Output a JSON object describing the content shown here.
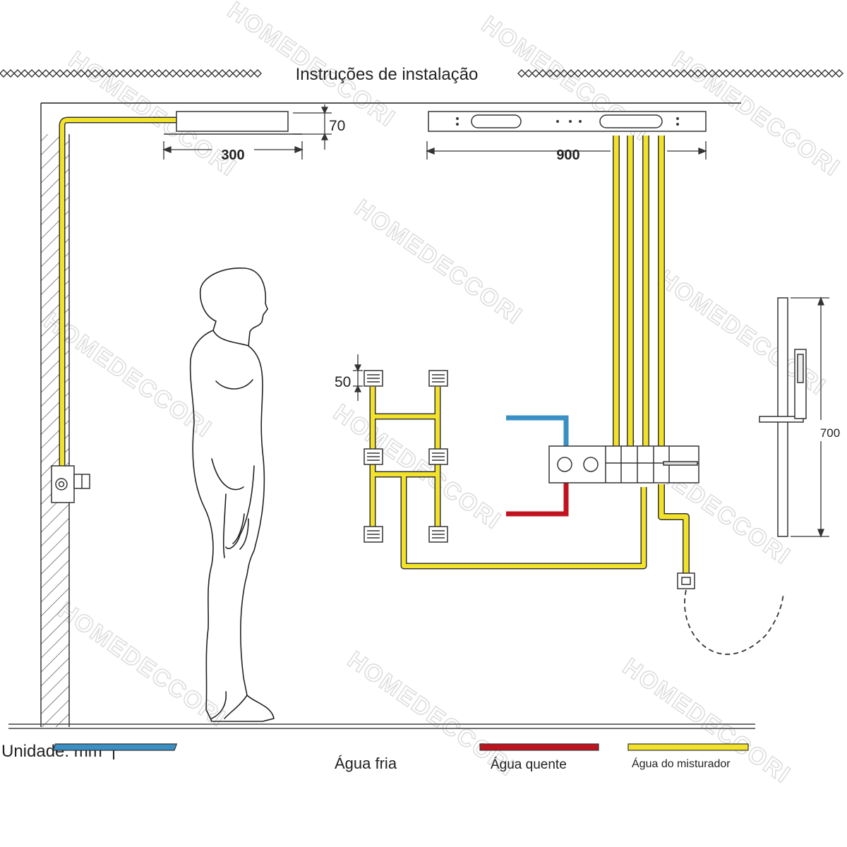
{
  "header": {
    "title": "Instruções de instalação"
  },
  "dimensions": {
    "rain_panel_width": "300",
    "panel_height": "70",
    "ceiling_panel_width": "900",
    "nozzle_height": "50",
    "slide_bar_height": "700"
  },
  "footer": {
    "unit_label": "Unidade: mm"
  },
  "legend": [
    {
      "label": "Água fria",
      "color": "#3a8fc4"
    },
    {
      "label": "Água quente",
      "color": "#c1121f"
    },
    {
      "label": "Água do misturador",
      "color": "#f2e32a"
    }
  ],
  "watermark": "HOMEDECCORI",
  "colors": {
    "pipe_mix": "#f2e32a",
    "pipe_cold": "#3a8fc4",
    "pipe_hot": "#c1121f",
    "line": "#333333"
  }
}
